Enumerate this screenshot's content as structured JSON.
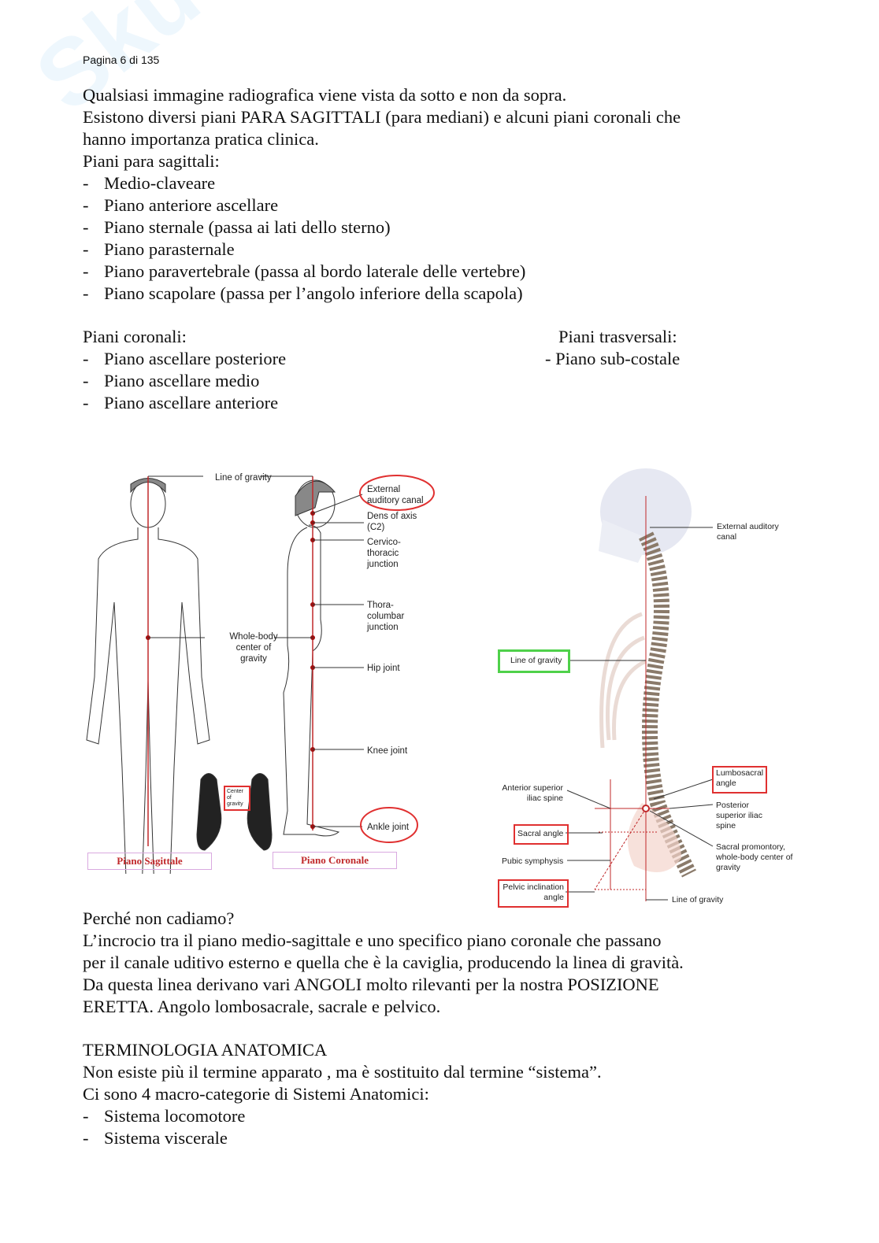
{
  "header": {
    "page": "Pagina 6 di 135"
  },
  "watermark": "Skuola.net",
  "intro": [
    "Qualsiasi immagine radiografica viene vista da sotto e non da sopra.",
    "Esistono diversi piani PARA SAGITTALI (para mediani) e alcuni piani coronali che",
    "hanno importanza pratica clinica.",
    "Piani para sagittali:"
  ],
  "parasagittal": [
    "Medio-claveare",
    "Piano anteriore ascellare",
    "Piano sternale (passa ai lati dello sterno)",
    "Piano parasternale",
    "Piano paravertebrale (passa al bordo laterale delle vertebre)",
    "Piano scapolare (passa per l’angolo inferiore della scapola)"
  ],
  "coronal": {
    "title": "Piani coronali:",
    "items": [
      "Piano ascellare posteriore",
      "Piano ascellare medio",
      "Piano ascellare anteriore"
    ]
  },
  "transverse": {
    "title": "Piani trasversali:",
    "items": [
      "- Piano sub-costale"
    ]
  },
  "figure_left": {
    "line_of_gravity": "Line of gravity",
    "center": "Whole-body center of gravity",
    "feet_label": "Center of gravity",
    "labels": [
      "External auditory canal",
      "Dens of axis (C2)",
      "Cervico-thoracic junction",
      "Thora-columbar junction",
      "Hip joint",
      "Knee joint",
      "Ankle joint"
    ],
    "caption_sagittal": "Piano Sagittale",
    "caption_coronal": "Piano Coronale"
  },
  "figure_right": {
    "external": "External auditory canal",
    "line_of_gravity": "Line of gravity",
    "lumbosacral": "Lumbosacral angle",
    "asis": "Anterior superior iliac spine",
    "psis": "Posterior superior iliac spine",
    "sacral_angle": "Sacral angle",
    "pubic": "Pubic symphysis",
    "promontory": "Sacral promontory, whole-body center of gravity",
    "pelvic": "Pelvic inclination angle",
    "line_bottom": "Line of gravity"
  },
  "body2": [
    "Perché non cadiamo?",
    "L’incrocio tra il piano medio-sagittale e uno specifico piano coronale che passano",
    "per il canale uditivo esterno e quella che è la caviglia, producendo la linea di gravità.",
    "Da questa linea derivano vari ANGOLI molto rilevanti per la nostra POSIZIONE",
    "ERETTA. Angolo lombosacrale, sacrale e pelvico."
  ],
  "terminology": {
    "title": "TERMINOLOGIA ANATOMICA",
    "lines": [
      "Non esiste più il termine apparato , ma è sostituito dal termine “sistema”.",
      "Ci sono 4 macro-categorie di Sistemi Anatomici:"
    ],
    "items": [
      "Sistema locomotore",
      "Sistema viscerale"
    ]
  }
}
